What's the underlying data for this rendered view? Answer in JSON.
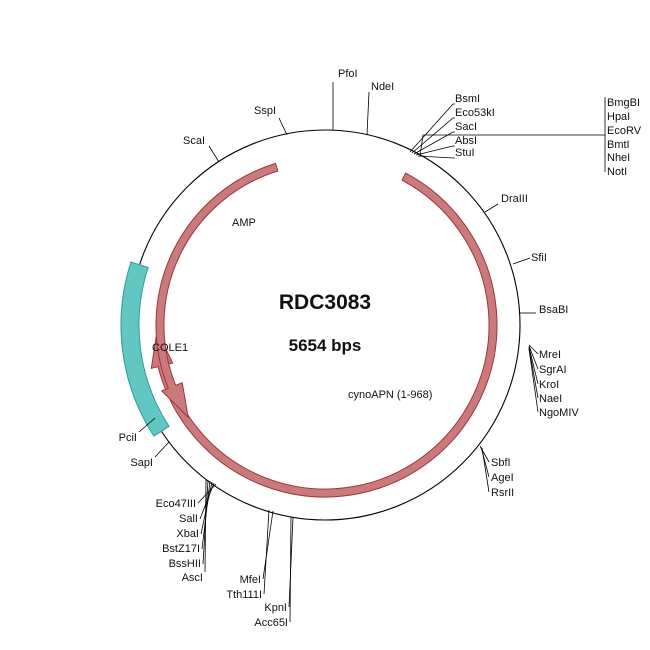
{
  "plasmid": {
    "name": "RDC3083",
    "size_label": "5654 bps"
  },
  "features": [
    {
      "label": "AMP",
      "color": "#b94a4e"
    },
    {
      "label": "cynoAPN (1-968)",
      "color": "#b94a4e"
    },
    {
      "label": "COLE1",
      "color": "#5cc6c2"
    }
  ],
  "sites": {
    "pfoi": "PfoI",
    "ndei": "NdeI",
    "sspi": "SspI",
    "scai": "ScaI",
    "bsmi": "BsmI",
    "eco53ki": "Eco53kI",
    "saci": "SacI",
    "absi": "AbsI",
    "stui": "StuI",
    "right_group": [
      "BmgBI",
      "HpaI",
      "EcoRV",
      "BmtI",
      "NheI",
      "NotI"
    ],
    "draiii": "DraIII",
    "sfii": "SfiI",
    "bsabi": "BsaBI",
    "mrei_group": [
      "MreI",
      "SgrAI",
      "KroI",
      "NaeI",
      "NgoMIV"
    ],
    "sbfi_group": [
      "SbfI",
      "AgeI",
      "RsrII"
    ],
    "pcii": "PciI",
    "sapi": "SapI",
    "bottom_left_group": [
      "Eco47III",
      "SalI",
      "XbaI",
      "BstZ17I",
      "BssHII",
      "AscI"
    ],
    "mfei_group": [
      "MfeI",
      "Tth111I"
    ],
    "kpni_group": [
      "KpnI",
      "Acc65I"
    ]
  }
}
